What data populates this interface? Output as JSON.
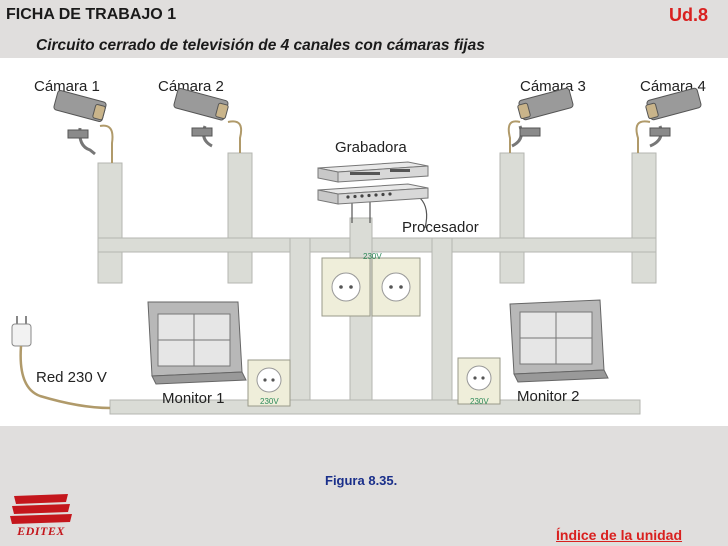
{
  "header": {
    "title": "FICHA DE TRABAJO 1",
    "subtitle": "Circuito cerrado de televisión de 4 canales con cámaras fijas",
    "unit": "Ud.8"
  },
  "diagram": {
    "cameras": [
      "Cámara 1",
      "Cámara 2",
      "Cámara 3",
      "Cámara 4"
    ],
    "recorder_label": "Grabadora",
    "processor_label": "Procesador",
    "voltage_label": "230V",
    "network_label": "Red 230 V",
    "monitor_labels": [
      "Monitor 1",
      "Monitor 2"
    ]
  },
  "footer": {
    "figure_caption": "Figura 8.35.",
    "logo_text": "EDITEX",
    "index_link": "Índice de la unidad"
  },
  "colors": {
    "header_bg": "#e0dedd",
    "accent_red": "#d9201f",
    "caption_blue": "#1a2f8a",
    "voltage_green": "#2d8a5a",
    "conduit": "#dadcd6"
  }
}
